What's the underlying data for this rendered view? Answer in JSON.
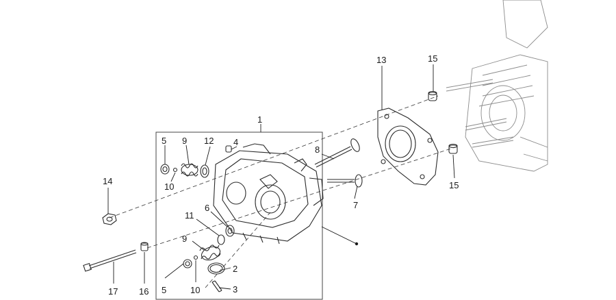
{
  "callouts": [
    {
      "id": "1",
      "label": "1"
    },
    {
      "id": "2",
      "label": "2"
    },
    {
      "id": "3",
      "label": "3"
    },
    {
      "id": "4",
      "label": "4"
    },
    {
      "id": "5a",
      "label": "5"
    },
    {
      "id": "5b",
      "label": "5"
    },
    {
      "id": "6",
      "label": "6"
    },
    {
      "id": "7",
      "label": "7"
    },
    {
      "id": "8",
      "label": "8"
    },
    {
      "id": "9a",
      "label": "9"
    },
    {
      "id": "9b",
      "label": "9"
    },
    {
      "id": "10a",
      "label": "10"
    },
    {
      "id": "10b",
      "label": "10"
    },
    {
      "id": "11",
      "label": "11"
    },
    {
      "id": "12",
      "label": "12"
    },
    {
      "id": "13",
      "label": "13"
    },
    {
      "id": "14",
      "label": "14"
    },
    {
      "id": "15a",
      "label": "15"
    },
    {
      "id": "15b",
      "label": "15"
    },
    {
      "id": "16",
      "label": "16"
    },
    {
      "id": "17",
      "label": "17"
    }
  ]
}
